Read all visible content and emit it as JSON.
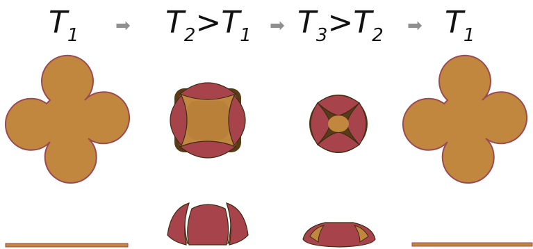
{
  "labels": {
    "t1_start": {
      "var": "T",
      "sub": "1"
    },
    "t2": {
      "var": "T",
      "sub": "2",
      "op": ">",
      "var2": "T",
      "sub2": "1"
    },
    "t3": {
      "var": "T",
      "sub": "3",
      "op": ">",
      "var2": "T",
      "sub2": "2"
    },
    "t1_end": {
      "var": "T",
      "sub": "1"
    }
  },
  "arrow_glyph": "➡",
  "colors": {
    "tan": "#c1873f",
    "red": "#a7434b",
    "outline": "#9b4a52",
    "dark": "#3d2b14",
    "gray_arrow": "#8f8f8f"
  }
}
